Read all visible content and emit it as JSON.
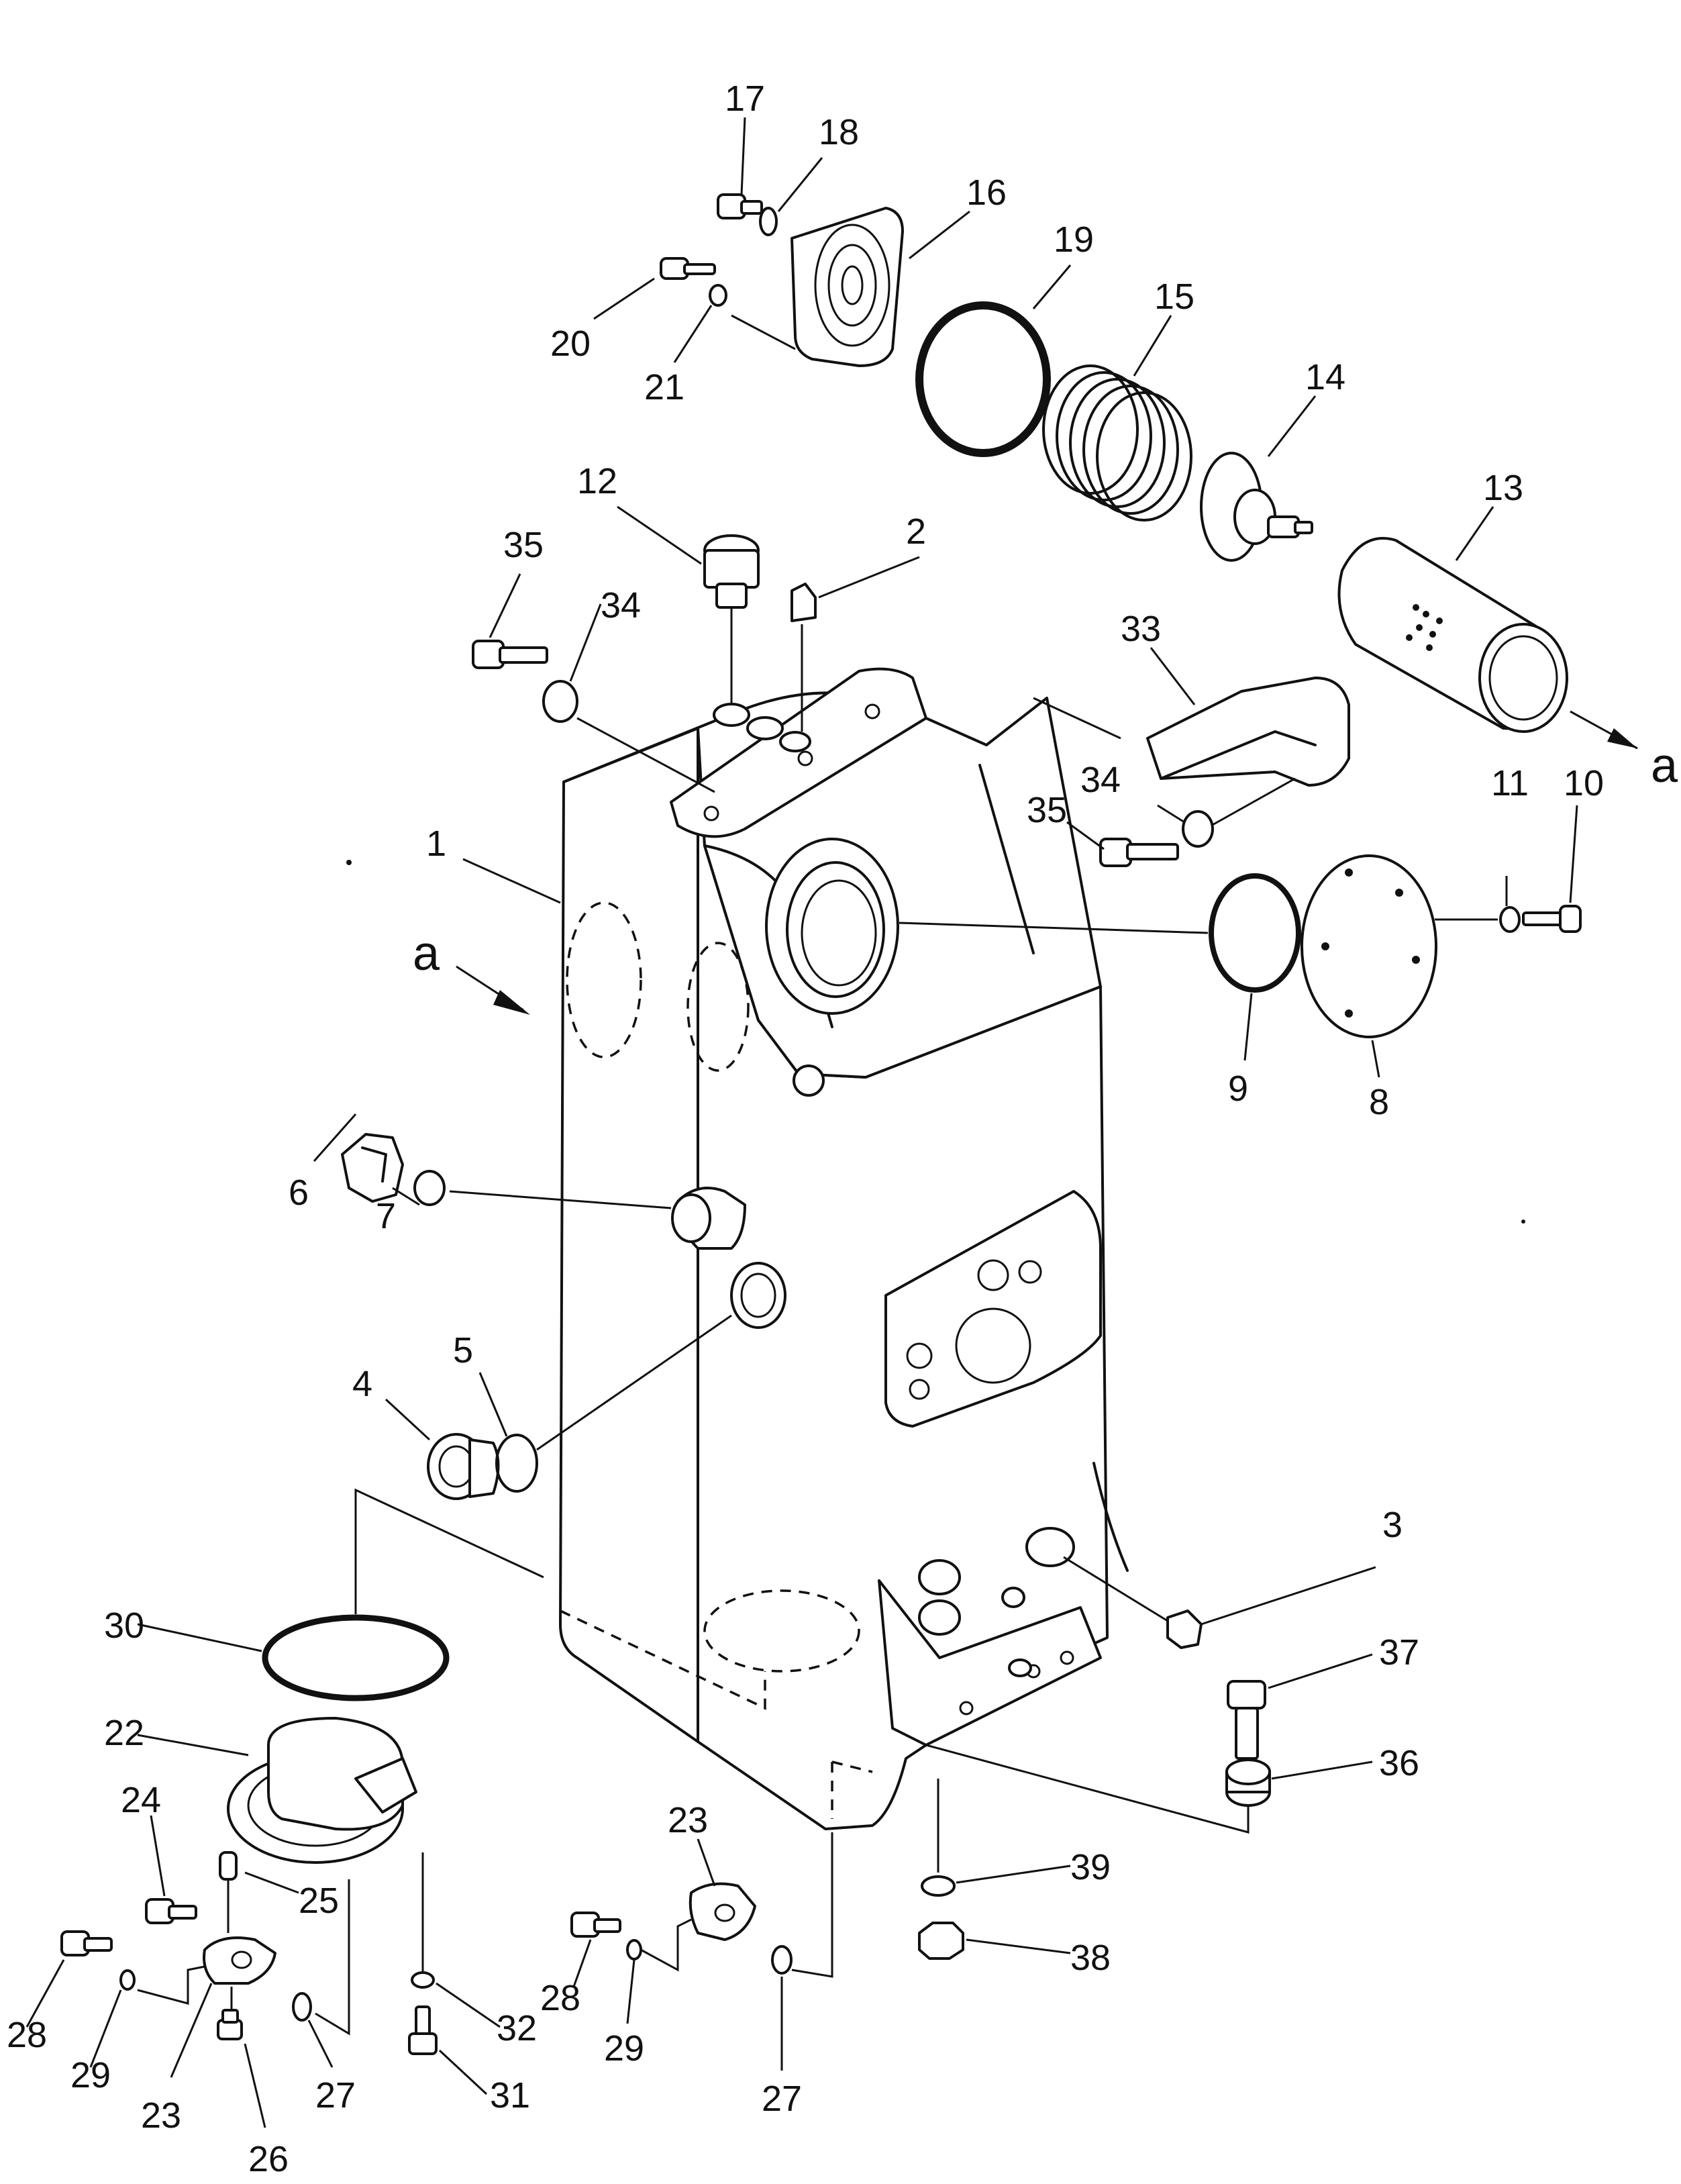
{
  "view_marker": "a",
  "callouts": [
    {
      "id": "c1",
      "text": "1"
    },
    {
      "id": "c2",
      "text": "2"
    },
    {
      "id": "c3",
      "text": "3"
    },
    {
      "id": "c4",
      "text": "4"
    },
    {
      "id": "c5",
      "text": "5"
    },
    {
      "id": "c6",
      "text": "6"
    },
    {
      "id": "c7",
      "text": "7"
    },
    {
      "id": "c8",
      "text": "8"
    },
    {
      "id": "c9",
      "text": "9"
    },
    {
      "id": "c10",
      "text": "10"
    },
    {
      "id": "c11",
      "text": "11"
    },
    {
      "id": "c12",
      "text": "12"
    },
    {
      "id": "c13",
      "text": "13"
    },
    {
      "id": "c14",
      "text": "14"
    },
    {
      "id": "c15",
      "text": "15"
    },
    {
      "id": "c16",
      "text": "16"
    },
    {
      "id": "c17",
      "text": "17"
    },
    {
      "id": "c18",
      "text": "18"
    },
    {
      "id": "c19",
      "text": "19"
    },
    {
      "id": "c20",
      "text": "20"
    },
    {
      "id": "c21",
      "text": "21"
    },
    {
      "id": "c22",
      "text": "22"
    },
    {
      "id": "c23a",
      "text": "23"
    },
    {
      "id": "c23b",
      "text": "23"
    },
    {
      "id": "c24",
      "text": "24"
    },
    {
      "id": "c25",
      "text": "25"
    },
    {
      "id": "c26",
      "text": "26"
    },
    {
      "id": "c27a",
      "text": "27"
    },
    {
      "id": "c27b",
      "text": "27"
    },
    {
      "id": "c28a",
      "text": "28"
    },
    {
      "id": "c28b",
      "text": "28"
    },
    {
      "id": "c29a",
      "text": "29"
    },
    {
      "id": "c29b",
      "text": "29"
    },
    {
      "id": "c30",
      "text": "30"
    },
    {
      "id": "c31",
      "text": "31"
    },
    {
      "id": "c32",
      "text": "32"
    },
    {
      "id": "c33",
      "text": "33"
    },
    {
      "id": "c34a",
      "text": "34"
    },
    {
      "id": "c34b",
      "text": "34"
    },
    {
      "id": "c35a",
      "text": "35"
    },
    {
      "id": "c35b",
      "text": "35"
    },
    {
      "id": "c36",
      "text": "36"
    },
    {
      "id": "c37",
      "text": "37"
    },
    {
      "id": "c38",
      "text": "38"
    },
    {
      "id": "c39",
      "text": "39"
    }
  ]
}
